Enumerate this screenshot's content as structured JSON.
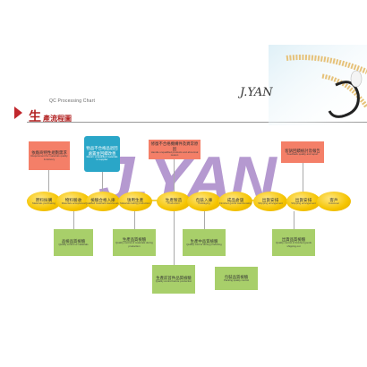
{
  "header": {
    "subtitle": "QC Processing Chart",
    "title_big": "生",
    "title_small": "產流程圖"
  },
  "brand": "J.YAN",
  "watermark": "J.YAN",
  "steps": [
    {
      "zh": "原料採購",
      "en": "Materials purchasing"
    },
    {
      "zh": "物料驗收",
      "en": "Materials acceptance"
    },
    {
      "zh": "檢驗合格入庫",
      "en": "Qualified materials warehousing"
    },
    {
      "zh": "領用生產",
      "en": "Materials taking production"
    },
    {
      "zh": "生產製造",
      "en": "Production"
    },
    {
      "zh": "包裝入庫",
      "en": "Packaging"
    },
    {
      "zh": "成品倉儲",
      "en": "Finished goods warehousing"
    },
    {
      "zh": "出貨安排",
      "en": "Shipping arrangement"
    },
    {
      "zh": "客戶",
      "en": "Customer"
    }
  ],
  "top_boxes": [
    {
      "zh": "依廠商特性規劃需求",
      "en": "Requirement for materials quality & delivery"
    },
    {
      "zh": "物品不合格品退回處置並回饋改善",
      "en": "Return unqualified materials to supplier"
    },
    {
      "zh": "修復不合格機構件及異常原因",
      "en": "Handle unqualified products and abnormal reason"
    },
    {
      "zh": "客訴回饋檢討及報告",
      "en": "Feedback quality and report"
    }
  ],
  "bottom_boxes": [
    {
      "zh": "品檢品質檢驗",
      "en": "Quality control of materials"
    },
    {
      "zh": "生產品質檢驗",
      "en": "Quality control of materials during production"
    },
    {
      "zh": "生產中品質檢驗",
      "en": "Quality control during producing"
    },
    {
      "zh": "出貨品質檢驗",
      "en": "Quality control of finished goods shipping out"
    },
    {
      "zh": "生產前首件品質檢驗",
      "en": "Quality control before production"
    },
    {
      "zh": "包裝品質檢驗",
      "en": "Packing quality control"
    }
  ]
}
